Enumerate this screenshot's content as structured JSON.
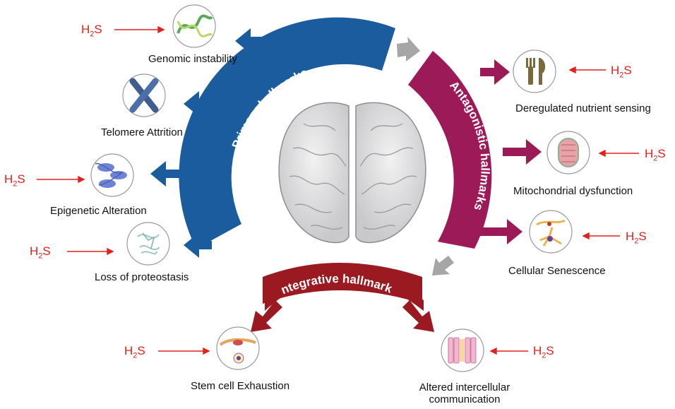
{
  "categories": {
    "primary": "Primary hallmarks",
    "antagonistic": "Antagonistic hallmarks",
    "integrative": "Integrative hallmarks"
  },
  "h2s": {
    "main": "H",
    "sub": "2",
    "tail": "S"
  },
  "hallmarks": {
    "genomic": "Genomic instability",
    "telomere": "Telomere Attrition",
    "epigenetic": "Epigenetic Alteration",
    "proteostasis": "Loss of proteostasis",
    "nutrient": "Deregulated nutrient sensing",
    "mito": "Mitochondrial dysfunction",
    "senescence": "Cellular Senescence",
    "stemcell": "Stem cell Exhaustion",
    "intercellular_1": "Altered intercellular",
    "intercellular_2": "communication"
  },
  "colors": {
    "primary": "#1b5c9e",
    "antagonistic": "#9b1a57",
    "integrative": "#9b1a22",
    "h2s": "#e3201b",
    "connector": "#a6a6a6"
  }
}
